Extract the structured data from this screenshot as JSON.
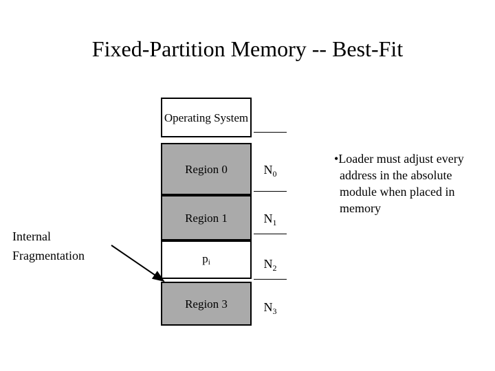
{
  "slide": {
    "title": "Fixed-Partition Memory -- Best-Fit",
    "background_color": "#ffffff",
    "text_color": "#000000"
  },
  "memory_diagram": {
    "fill_gray": "#aaaaaa",
    "fill_white": "#ffffff",
    "border_color": "#000000",
    "blocks": [
      {
        "label": "Operating System",
        "fill": "white",
        "size_label": ""
      },
      {
        "label": "Region 0",
        "fill": "gray",
        "size_label": "N"
      },
      {
        "label": "Region 1",
        "fill": "gray",
        "size_label": "N"
      },
      {
        "label": "p",
        "fill": "white",
        "size_label": "N"
      },
      {
        "label": "Region 3",
        "fill": "gray",
        "size_label": "N"
      }
    ],
    "pi_subscript": "i",
    "size_subscripts": [
      "0",
      "1",
      "2",
      "3"
    ]
  },
  "annotations": {
    "fragmentation_line1": "Internal",
    "fragmentation_line2": "Fragmentation",
    "arrow_name": "fragmentation-arrow"
  },
  "notes": {
    "bullet": "•",
    "text": "Loader must adjust every address in the absolute module when placed in memory"
  }
}
